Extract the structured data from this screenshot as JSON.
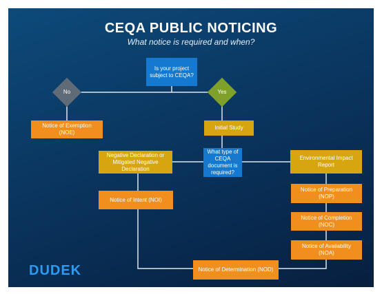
{
  "header": {
    "title": "CEQA PUBLIC NOTICING",
    "subtitle": "What notice is required and when?"
  },
  "nodes": {
    "subject_question": "Is your project subject to CEQA?",
    "no_label": "No",
    "yes_label": "Yes",
    "noe": "Notice of Exemption (NOE)",
    "initial_study": "Initial Study",
    "document_question": "What type of CEQA document is required?",
    "negative_declaration": "Negative Declaration or Mitigated Negative Declaration",
    "eir": "Environmental Impact Report",
    "noi": "Notice of Intent (NOI)",
    "nop": "Notice of Preparation (NOP)",
    "noc": "Notice of Completion (NOC)",
    "noa": "Notice of Availability (NOA)",
    "nod": "Notice of Determination (NOD)"
  },
  "brand": {
    "logo": "DUDEK"
  },
  "colors": {
    "background": "#0a3660",
    "blue": "#1479cf",
    "orange": "#f08f1e",
    "yellow": "#d6a50f",
    "no_diamond": "#5f6b77",
    "yes_diamond": "#7fa12c",
    "line": "#dfe7ef",
    "logo": "#2d9bf0"
  }
}
